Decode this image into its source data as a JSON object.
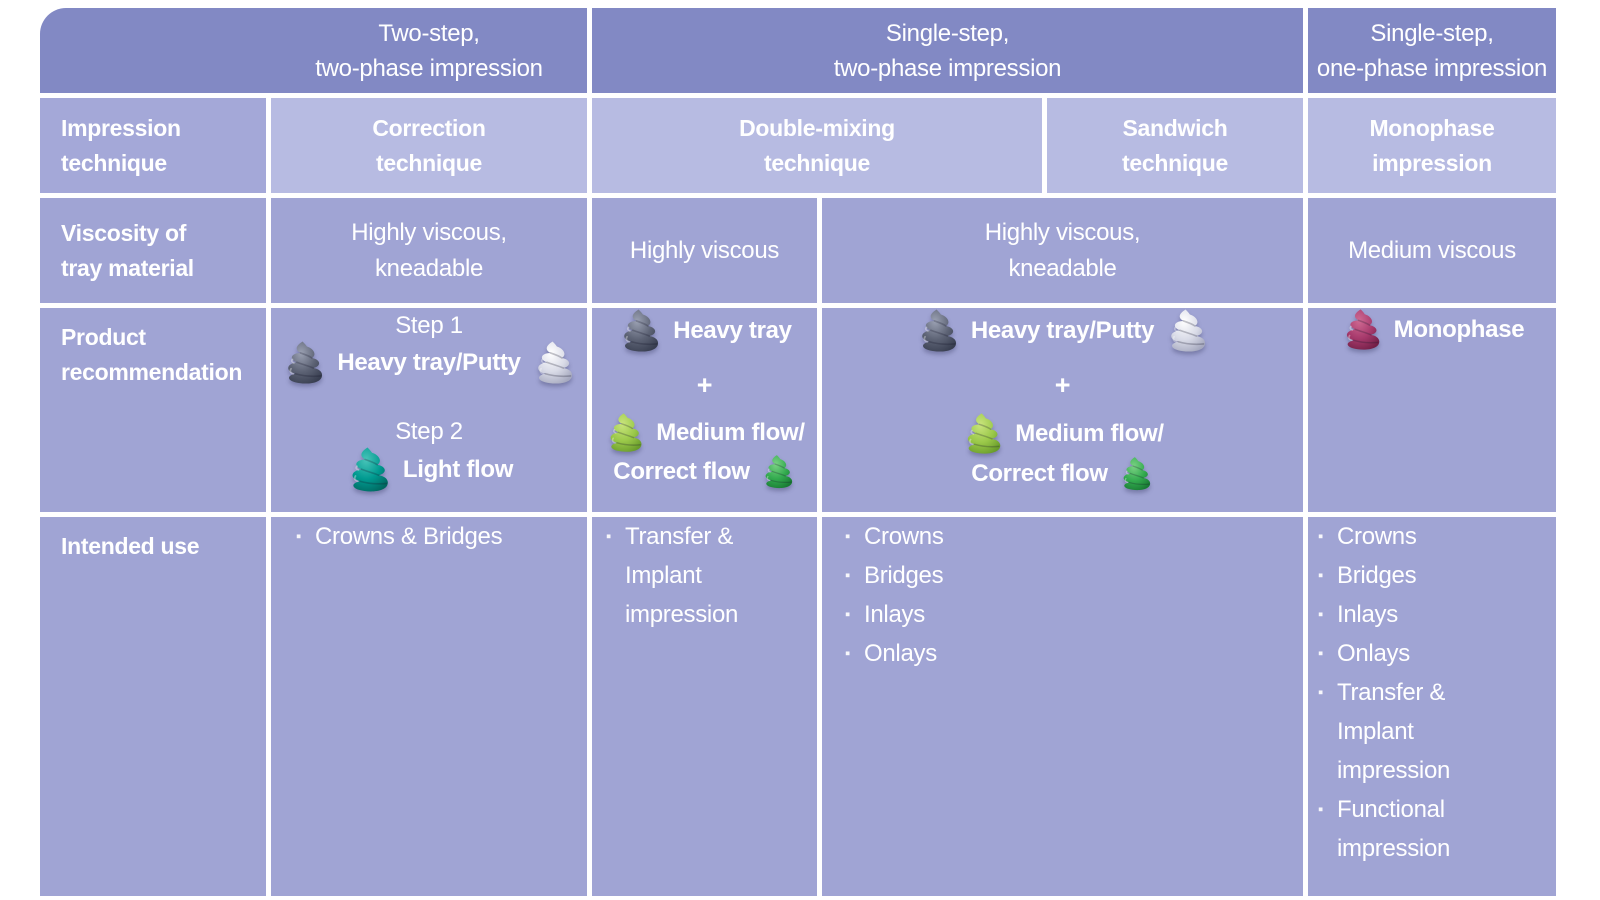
{
  "colors": {
    "page_bg": "#ffffff",
    "header_bg": "#8289c4",
    "subheader_label_bg": "#a4a8d8",
    "subheader_bg": "#b7bbe2",
    "body_bg": "#a0a4d4",
    "text": "#ffffff",
    "divider": "#ffffff"
  },
  "product_colors": {
    "heavy_tray": {
      "light": "#9ba1b3",
      "base": "#5d6375",
      "dark": "#383e50"
    },
    "putty": {
      "light": "#ffffff",
      "base": "#d9dbe7",
      "dark": "#a6a9bf"
    },
    "light_flow": {
      "light": "#49c4b9",
      "base": "#009a90",
      "dark": "#00675f"
    },
    "medium_flow": {
      "light": "#c9e47d",
      "base": "#9bc94a",
      "dark": "#699c2b"
    },
    "correct_flow": {
      "light": "#7bd184",
      "base": "#33ab4f",
      "dark": "#187a33"
    },
    "monophase": {
      "light": "#cf6a93",
      "base": "#a73a6c",
      "dark": "#731f47"
    }
  },
  "bullet_char": "▪",
  "table": {
    "groups": {
      "g1": {
        "title": "Two-step,\ntwo-phase impression"
      },
      "g2": {
        "title": "Single-step,\ntwo-phase impression"
      },
      "g3": {
        "title": "Single-step,\none-phase impression"
      }
    },
    "rows": {
      "technique": {
        "label": "Impression\ntechnique",
        "correction": "Correction\ntechnique",
        "double_mixing": "Double-mixing\ntechnique",
        "sandwich": "Sandwich\ntechnique",
        "monophase": "Monophase\nimpression"
      },
      "viscosity": {
        "label": "Viscosity of\ntray material",
        "correction": "Highly viscous,\nkneadable",
        "double_mixing": "Highly viscous",
        "sandwich": "Highly viscous,\nkneadable",
        "monophase": "Medium viscous"
      },
      "products": {
        "label": "Product\nrecommendation",
        "step1": "Step 1",
        "step2": "Step 2",
        "heavy_tray_putty": "Heavy tray/Putty",
        "heavy_tray": "Heavy tray",
        "light_flow": "Light flow",
        "plus": "+",
        "medium_flow": "Medium flow/",
        "correct_flow": "Correct flow",
        "monophase": "Monophase"
      },
      "intended_use": {
        "label": "Intended use",
        "correction": [
          "Crowns & Bridges"
        ],
        "double_mixing": [
          "Transfer & Implant impression"
        ],
        "sandwich": [
          "Crowns",
          "Bridges",
          "Inlays",
          "Onlays"
        ],
        "monophase": [
          "Crowns",
          "Bridges",
          "Inlays",
          "Onlays",
          "Transfer & Implant impression",
          "Functional impression"
        ]
      }
    }
  }
}
